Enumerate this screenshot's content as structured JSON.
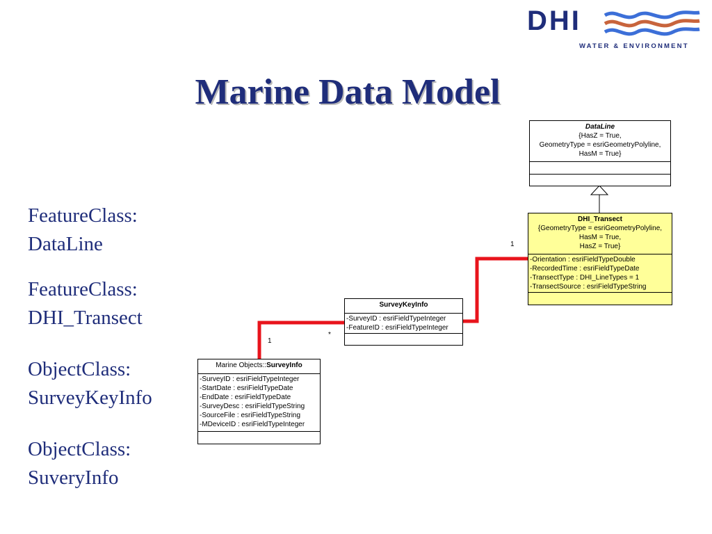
{
  "logo": {
    "text": "DHI",
    "subtitle": "WATER & ENVIRONMENT",
    "colors": {
      "navy": "#1f2d7a",
      "blue_wave": "#3c6fd8",
      "orange_wave": "#c8643c"
    }
  },
  "title": "Marine Data Model",
  "side_labels": [
    {
      "line1": "FeatureClass:",
      "line2": "DataLine"
    },
    {
      "line1": "FeatureClass:",
      "line2": "DHI_Transect"
    },
    {
      "line1": "ObjectClass:",
      "line2": "SurveyKeyInfo"
    },
    {
      "line1": "ObjectClass:",
      "line2": "SuveryInfo"
    }
  ],
  "diagram": {
    "classes": {
      "dataline": {
        "name": "DataLine",
        "constraints": [
          "{HasZ = True,",
          "GeometryType = esriGeometryPolyline,",
          "HasM = True}"
        ],
        "attributes": []
      },
      "transect": {
        "name": "DHI_Transect",
        "constraints": [
          "{GeometryType = esriGeometryPolyline,",
          "HasM = True,",
          "HasZ = True}"
        ],
        "attributes": [
          "-Orientation : esriFieldTypeDouble",
          "-RecordedTime : esriFieldTypeDate",
          "-TransectType : DHI_LineTypes = 1",
          "-TransectSource : esriFieldTypeString"
        ]
      },
      "surveykey": {
        "name": "SurveyKeyInfo",
        "attributes": [
          "-SurveyID : esriFieldTypeInteger",
          "-FeatureID : esriFieldTypeInteger"
        ]
      },
      "surveyinfo": {
        "prefix": "Marine Objects::",
        "name": "SurveyInfo",
        "attributes": [
          "-SurveyID : esriFieldTypeInteger",
          "-StartDate : esriFieldTypeDate",
          "-EndDate : esriFieldTypeDate",
          "-SurveyDesc : esriFieldTypeString",
          "-SourceFile : esriFieldTypeString",
          "-MDeviceID : esriFieldTypeInteger"
        ]
      }
    },
    "multiplicities": {
      "transect_end": "1",
      "surveyinfo_end": "1",
      "surveykey_end": "*"
    },
    "colors": {
      "association": "#e8141c",
      "highlight_fill": "#ffff99"
    }
  }
}
